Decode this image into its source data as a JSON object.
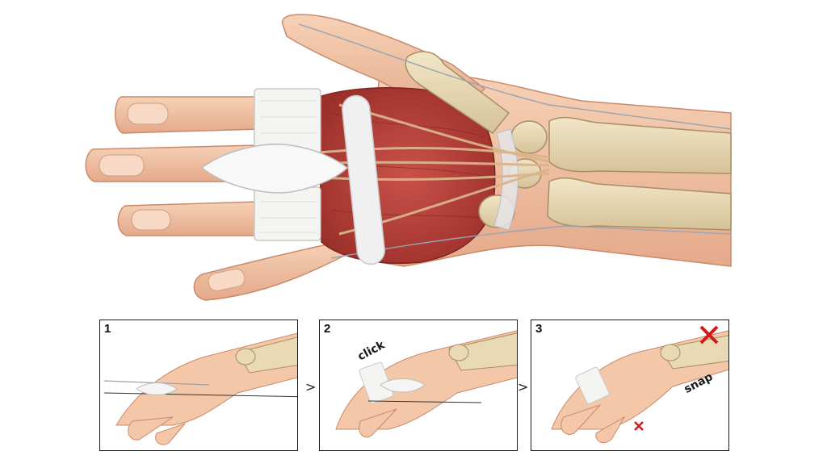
{
  "panels": [
    {
      "number": "1"
    },
    {
      "number": "2",
      "sound_label": "click"
    },
    {
      "number": "3",
      "sound_label": "snap"
    }
  ],
  "arrows": {
    "next_glyph": ">"
  },
  "colors": {
    "skin": "#f2c4a4",
    "skin_shadow": "#d99a7c",
    "bone": "#e9d9b5",
    "muscle": "#b8423c",
    "tendon": "#d9b48a",
    "bandage": "#f4f4f2",
    "error_mark": "#d11a1a"
  }
}
